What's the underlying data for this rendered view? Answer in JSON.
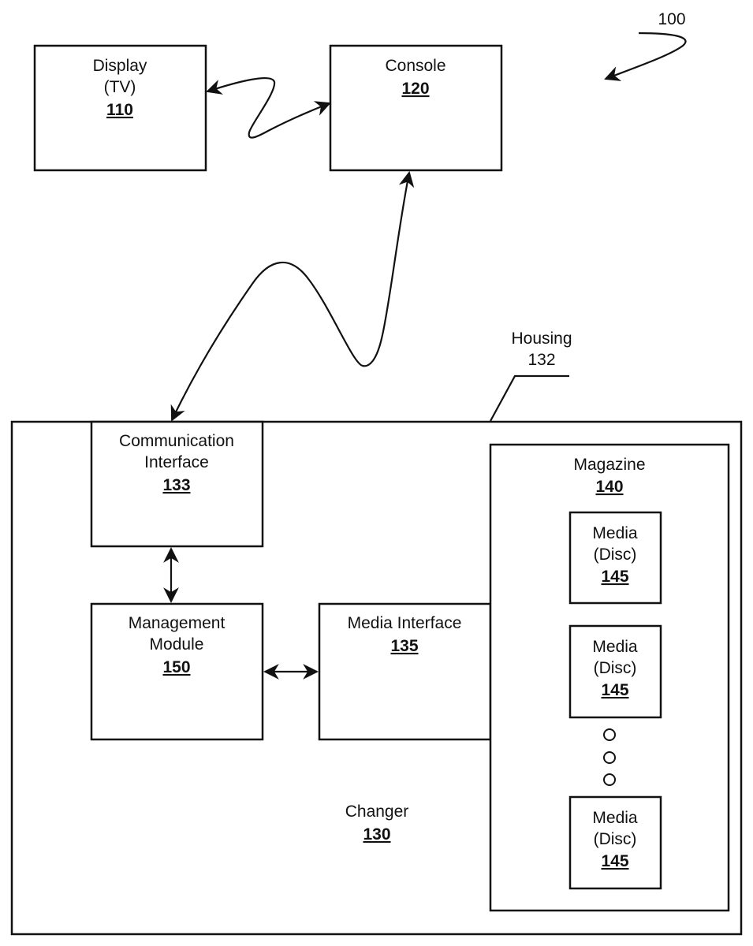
{
  "figure": {
    "reference": "100",
    "display": {
      "line1": "Display",
      "line2": "(TV)",
      "ref": "110"
    },
    "console": {
      "line1": "Console",
      "ref": "120"
    },
    "housing": {
      "line1": "Housing",
      "ref": "132"
    },
    "communication_interface": {
      "line1": "Communication",
      "line2": "Interface",
      "ref": "133"
    },
    "management_module": {
      "line1": "Management",
      "line2": "Module",
      "ref": "150"
    },
    "media_interface": {
      "line1": "Media Interface",
      "ref": "135"
    },
    "magazine": {
      "line1": "Magazine",
      "ref": "140"
    },
    "media": [
      {
        "line1": "Media",
        "line2": "(Disc)",
        "ref": "145"
      },
      {
        "line1": "Media",
        "line2": "(Disc)",
        "ref": "145"
      },
      {
        "line1": "Media",
        "line2": "(Disc)",
        "ref": "145"
      }
    ],
    "changer": {
      "line1": "Changer",
      "ref": "130"
    }
  }
}
